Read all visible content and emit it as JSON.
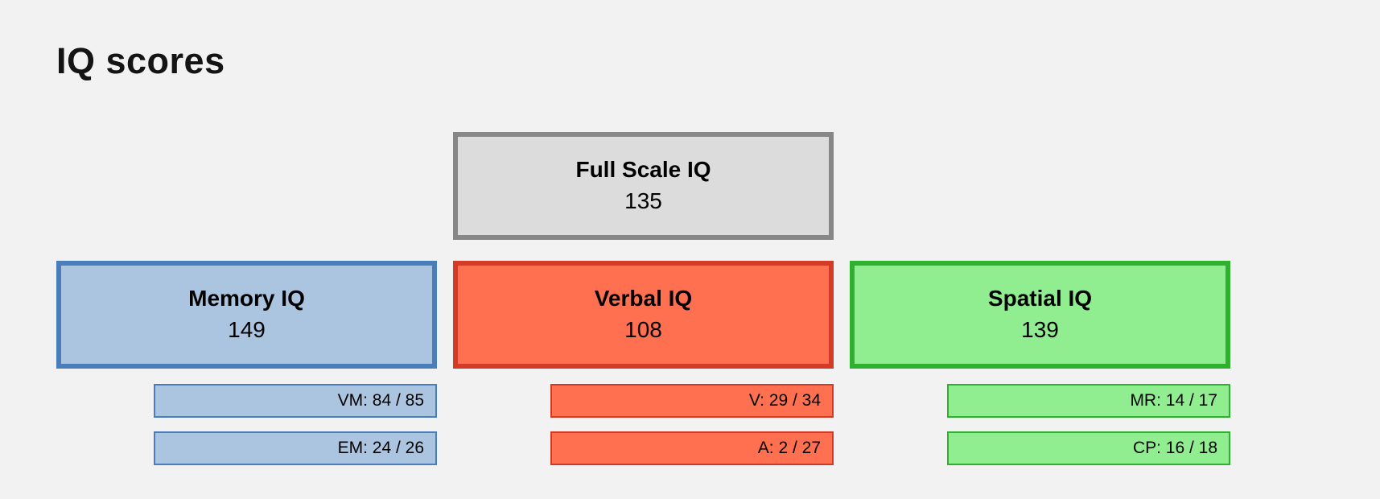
{
  "page": {
    "title": "IQ scores"
  },
  "colors": {
    "background": "#f2f2f2",
    "full_scale": {
      "fill": "#dcdcdc",
      "border": "#878787"
    },
    "memory": {
      "fill": "#abc4e0",
      "border": "#4a7ebb"
    },
    "verbal": {
      "fill": "#ff7050",
      "border": "#d43b26"
    },
    "spatial": {
      "fill": "#90ee90",
      "border": "#2eb12e"
    }
  },
  "full_scale": {
    "label": "Full Scale IQ",
    "score": "135"
  },
  "domains": [
    {
      "id": "memory",
      "label": "Memory IQ",
      "score": "149",
      "subtests": [
        "VM: 84 / 85",
        "EM: 24 / 26"
      ]
    },
    {
      "id": "verbal",
      "label": "Verbal IQ",
      "score": "108",
      "subtests": [
        "V: 29 / 34",
        "A: 2 / 27"
      ]
    },
    {
      "id": "spatial",
      "label": "Spatial IQ",
      "score": "139",
      "subtests": [
        "MR: 14 / 17",
        "CP: 16 / 18"
      ]
    }
  ]
}
